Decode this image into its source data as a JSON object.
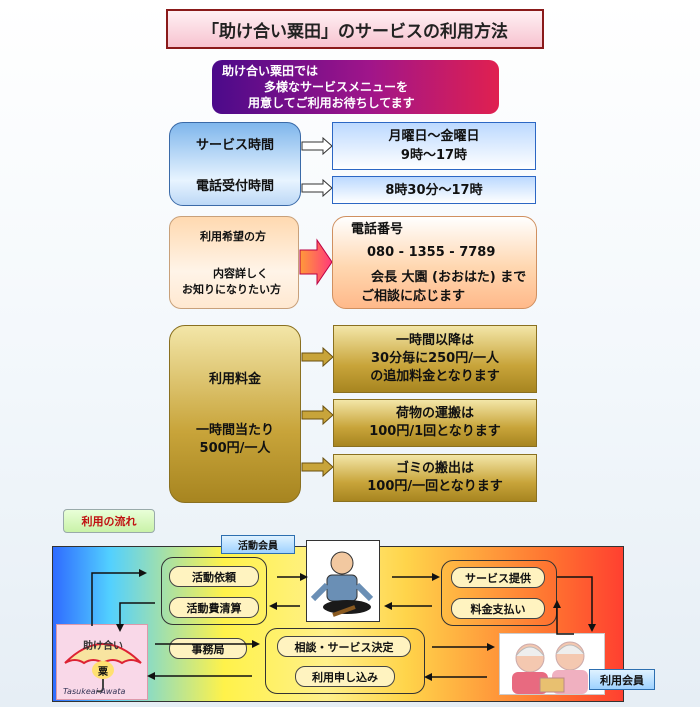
{
  "title": "「助け合い粟田」のサービスの利用方法",
  "intro": {
    "line1": "助け合い粟田では",
    "line2": "多様なサービスメニューを",
    "line3": "用意してご利用お待ちしてます"
  },
  "hours": {
    "service_label": "サービス時間",
    "phone_label": "電話受付時間",
    "service_days": "月曜日～金曜日",
    "service_time": "9時～17時",
    "phone_time": "8時30分～17時"
  },
  "apply": {
    "line1": "利用希望の方",
    "line2": "内容詳しく",
    "line3": "お知りになりたい方",
    "contact_title": "電話番号",
    "phone": "080 - 1355 - 7789",
    "contact_line1": "会長 大園 (おおはた) まで",
    "contact_line2": "ご相談に応じます"
  },
  "fees": {
    "label": "利用料金",
    "base1": "一時間当たり",
    "base2": "500円/一人",
    "extra1": "一時間以降は",
    "extra2": "30分毎に250円/一人",
    "extra3": "の追加料金となります",
    "cargo1": "荷物の運搬は",
    "cargo2": "100円/1回となります",
    "trash1": "ゴミの搬出は",
    "trash2": "100円/一回となります"
  },
  "flow": {
    "label": "利用の流れ",
    "active_member": "活動会員",
    "use_member": "利用会員",
    "request": "活動依頼",
    "expense": "活動費清算",
    "office": "事務局",
    "consult": "相談・サービス決定",
    "apply": "利用申し込み",
    "provide": "サービス提供",
    "payment": "料金支払い",
    "logo_text": "助け合い",
    "logo_char": "粟",
    "logo_sign": "Tasukeai Awata"
  },
  "colors": {
    "title_border": "#8a1a1a",
    "intro_start": "#4b0a8a",
    "intro_end": "#e02050",
    "blue_border": "#2c67c4",
    "gold": "#c8a43a",
    "flow_label": "#c01010"
  }
}
